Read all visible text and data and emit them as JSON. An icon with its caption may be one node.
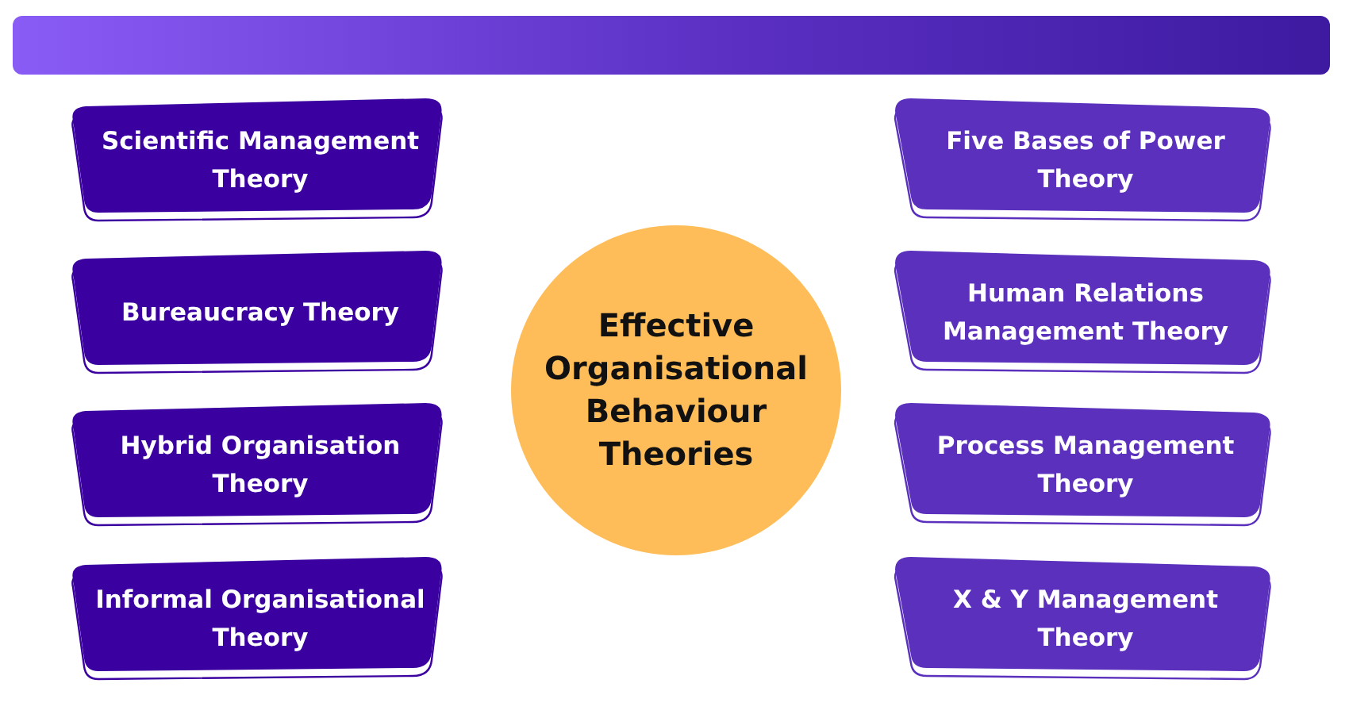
{
  "diagram": {
    "nodes": [
      {
        "text": [
          "Effective Organisational Behaviour Theories"
        ]
      },
      {
        "text": [
          "Scientific Management Theory"
        ]
      },
      {
        "text": [
          "Bureaucracy Theory"
        ]
      },
      {
        "text": [
          "Hybrid Organisation Theory"
        ]
      },
      {
        "text": [
          "Informal Organisational Theory"
        ]
      },
      {
        "text": [
          "Five Bases of Power Theory"
        ]
      },
      {
        "text": [
          "Human Relations Management Theory"
        ]
      },
      {
        "text": [
          "Process Management Theory"
        ]
      },
      {
        "text": [
          "X & Y Management Theory"
        ]
      }
    ]
  }
}
